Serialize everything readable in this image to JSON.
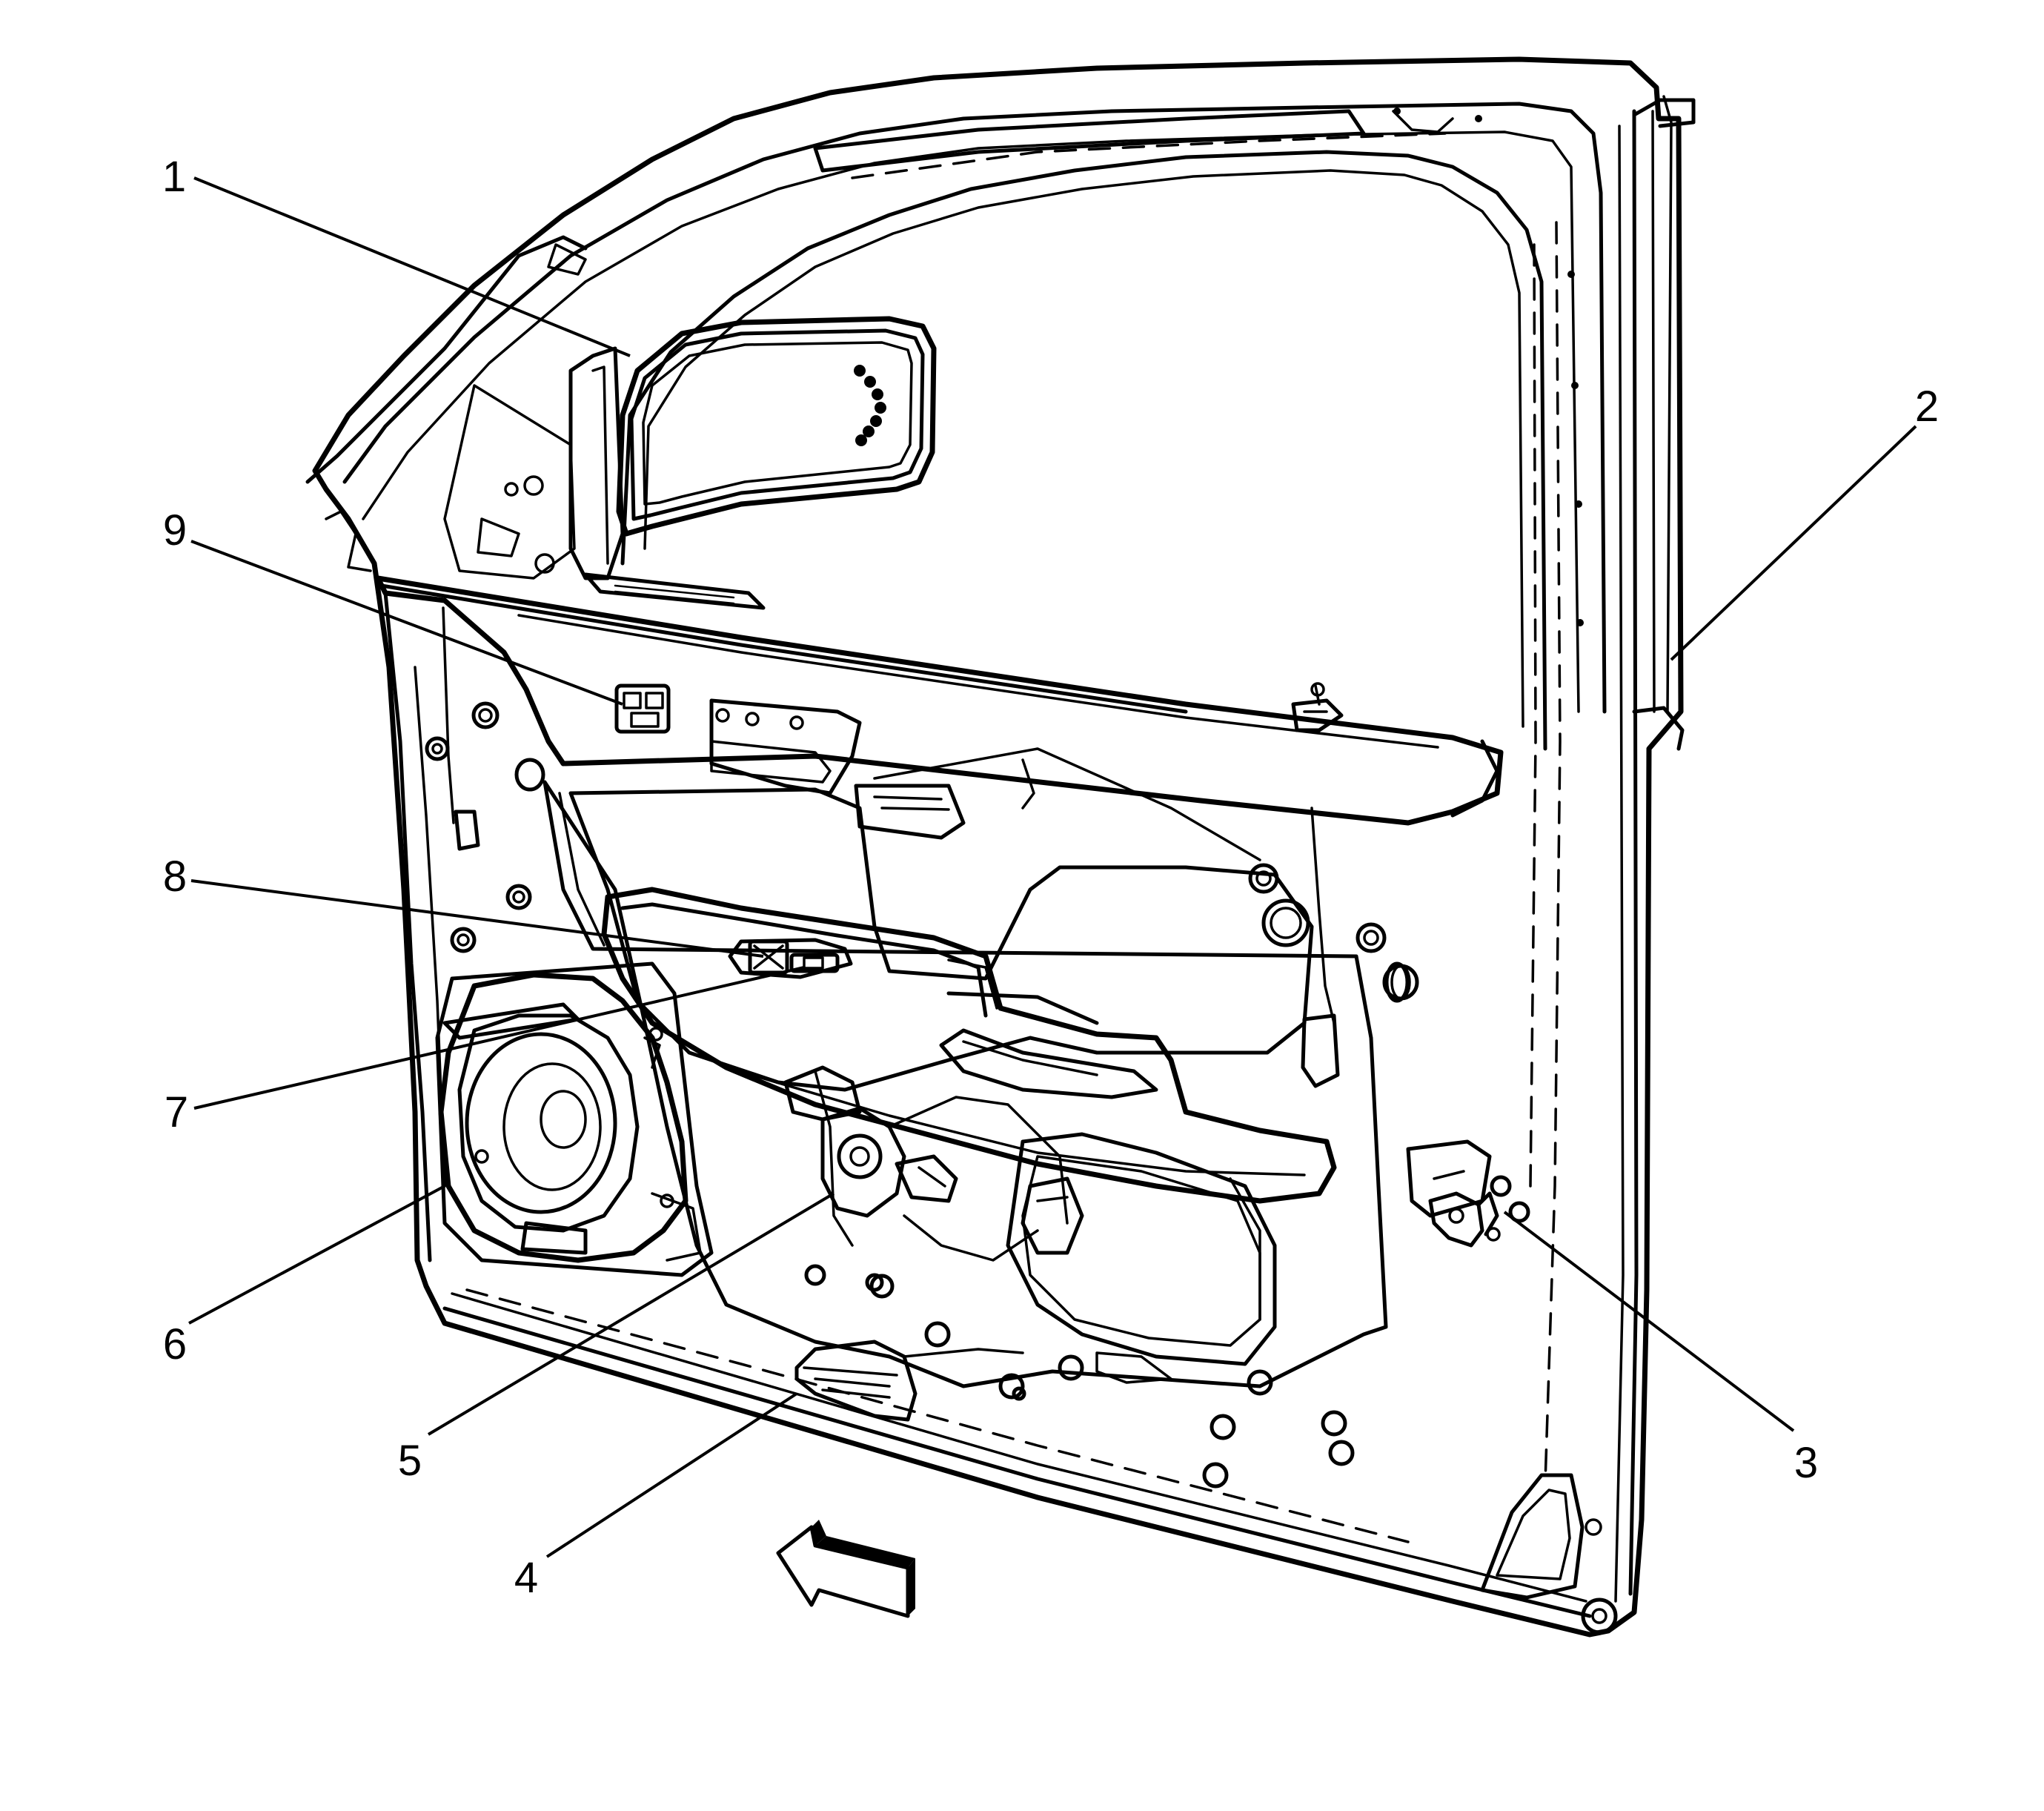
{
  "callouts": [
    {
      "id": "1",
      "label": "1"
    },
    {
      "id": "2",
      "label": "2"
    },
    {
      "id": "3",
      "label": "3"
    },
    {
      "id": "4",
      "label": "4"
    },
    {
      "id": "5",
      "label": "5"
    },
    {
      "id": "6",
      "label": "6"
    },
    {
      "id": "7",
      "label": "7"
    },
    {
      "id": "8",
      "label": "8"
    },
    {
      "id": "9",
      "label": "9"
    }
  ],
  "icons": {
    "front_arrow": "arrow-icon"
  }
}
